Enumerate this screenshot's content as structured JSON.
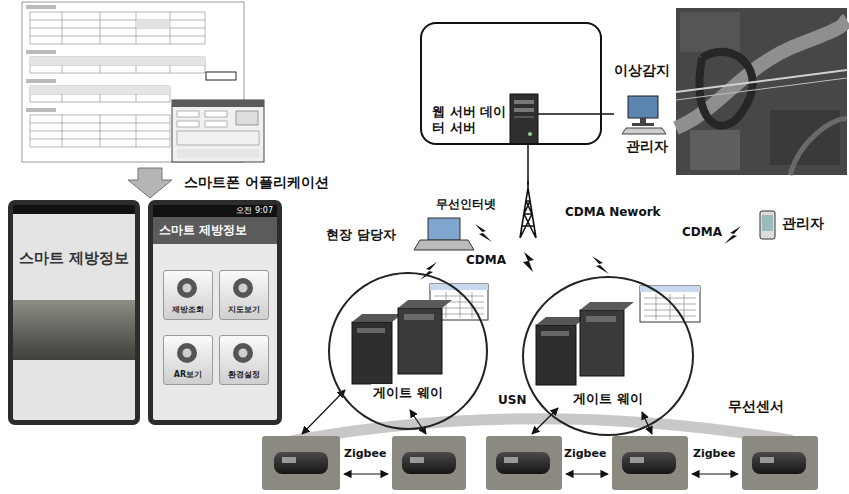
{
  "diagram": {
    "nodes": [
      {
        "text": [
          "스마트 제방정보"
        ]
      },
      {
        "text": [
          "오전 9:07",
          "스마트 제방정보"
        ]
      },
      {
        "text": [
          "제방조회"
        ],
        "in": 1
      },
      {
        "text": [
          "지도보기"
        ],
        "in": 1
      },
      {
        "text": [
          "AR보기"
        ],
        "in": 1
      },
      {
        "text": [
          "환경설정"
        ],
        "in": 1
      },
      {
        "text": [
          "웹 서버 데이터 서버"
        ]
      },
      {
        "text": [
          "관리자"
        ]
      },
      {
        "text": [
          "CDMA Nework"
        ]
      },
      {
        "text": [
          "현장 담당자"
        ]
      },
      {
        "text": [
          "관리자"
        ]
      },
      {
        "text": [
          "게이트 웨이"
        ]
      },
      {
        "text": [
          "게이트 웨이"
        ]
      }
    ],
    "edges": [
      {
        "from": 6,
        "to": 8,
        "arrow": "none"
      },
      {
        "from": 6,
        "to": 7,
        "arrow": "none"
      }
    ],
    "labels": [
      "스마트폰 어플리케이션",
      "이상감지",
      "무선인터넷",
      "CDMA",
      "CDMA",
      "USN",
      "무선센서",
      "Zigbee",
      "Zigbee",
      "Zigbee"
    ]
  }
}
